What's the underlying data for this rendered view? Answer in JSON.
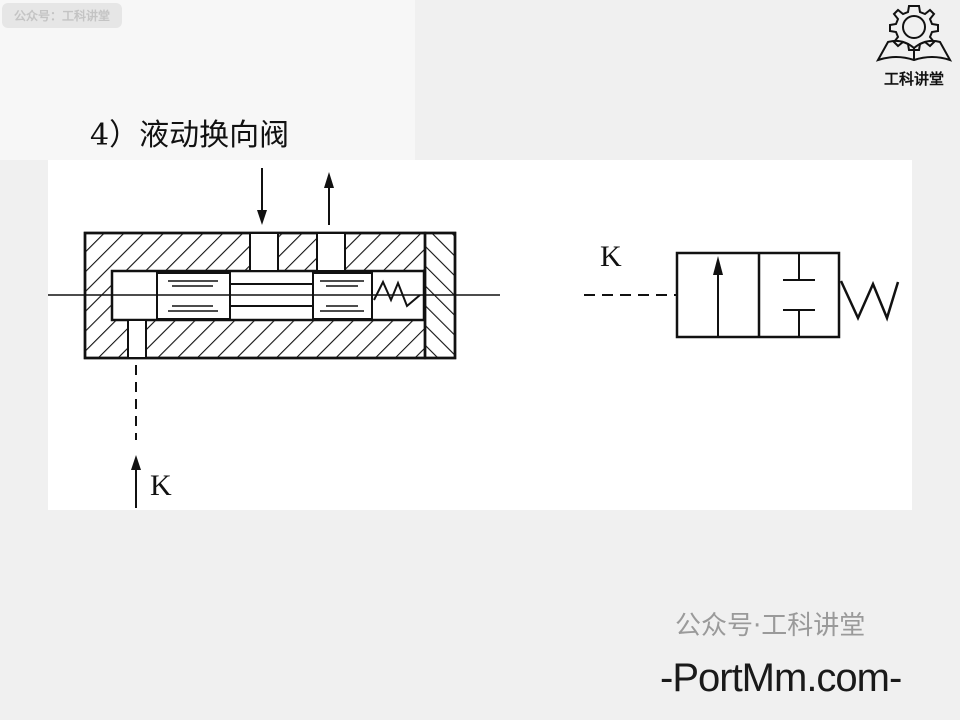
{
  "watermark_badge": "公众号：工科讲堂",
  "logo": {
    "text": "工科讲堂",
    "icon": "gear-book-icon"
  },
  "slide": {
    "title": "4）液动换向阀"
  },
  "diagram": {
    "section_label_k": "K",
    "symbol_label_k": "K"
  },
  "footer": {
    "watermark": "-PortMm.com-",
    "faint_watermark": "公众号·工科讲堂"
  }
}
